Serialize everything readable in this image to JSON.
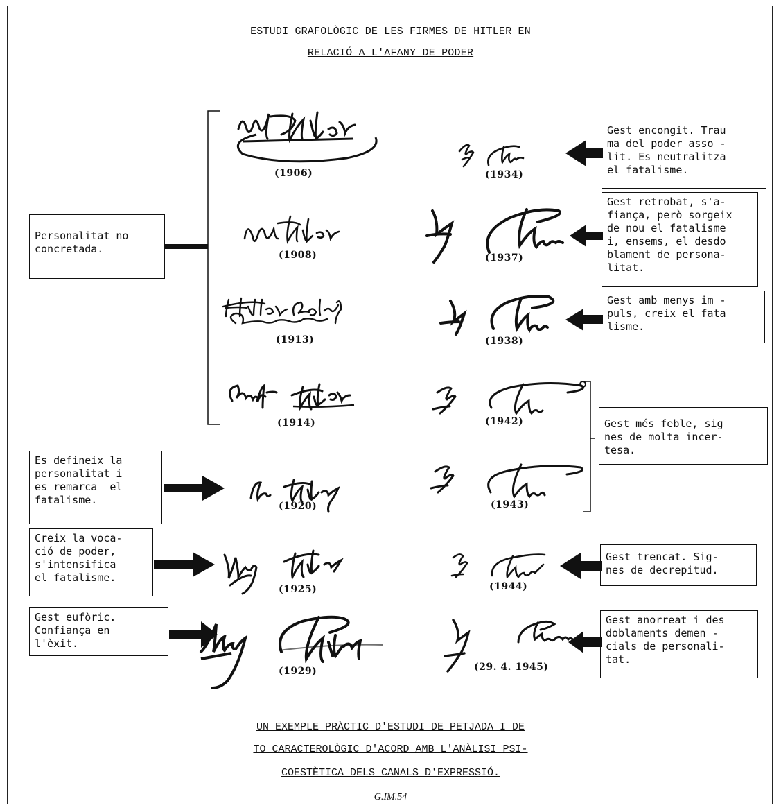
{
  "title": {
    "line1": "ESTUDI GRAFOLÒGIC DE LES FIRMES DE HITLER EN",
    "line2": "RELACIÓ A L'AFANY DE PODER"
  },
  "left_notes": {
    "personalitat": "Personalitat no\nconcretada.",
    "defineix": "Es defineix la\npersonalitat i\nes remarca  el\nfatalisme.",
    "creix": "Creix la voca-\nció de poder,\ns'intensifica\nel fatalisme.",
    "eufori": "Gest eufòric.\nConfiança en\nl'èxit."
  },
  "right_notes": {
    "encongit": "Gest encongit. Trau\nma del poder asso -\nlit. Es neutralitza\nel fatalisme.",
    "retrobat": "Gest retrobat, s'a-\nfiança, però sorgeix\nde nou el fatalisme\ni, ensems, el desdo\nblament de persona-\nlitat.",
    "menys": "Gest amb menys im -\npuls, creix el fata\nlisme.",
    "feble": "Gest més feble, sig\nnes de molta incer-\ntesa.",
    "trencat": "Gest trencat. Sig-\nnes de decrepitud.",
    "anorreat": "Gest anorreat i des\ndoblaments demen -\ncials de personali-\ntat."
  },
  "years": {
    "y1906": "(1906)",
    "y1908": "(1908)",
    "y1913": "(1913)",
    "y1914": "(1914)",
    "y1920": "(1920)",
    "y1925": "(1925)",
    "y1929": "(1929)",
    "y1934": "(1934)",
    "y1937": "(1937)",
    "y1938": "(1938)",
    "y1942": "(1942)",
    "y1943": "(1943)",
    "y1944": "(1944)",
    "y1945": "(29. 4. 1945)"
  },
  "signatures": {
    "s1906": "Adolf Hitler",
    "s1908": "Adolf Hitler",
    "s1913": "Hitler Adolf Kunstmaler",
    "s1914": "Adolf Hitler",
    "s1920": "A. Hitler",
    "s1925": "Adolf Hitler",
    "s1929": "Adolf Hitler",
    "s1934": "Hitler",
    "s1937": "Hitler",
    "s1938": "Hitler",
    "s1942": "Hitler",
    "s1943": "Hitler",
    "s1944": "Hitler",
    "s1945": "Hitler"
  },
  "footer": {
    "line1": "UN EXEMPLE PRÀCTIC D'ESTUDI DE PETJADA I DE",
    "line2": "TO CARACTEROLÒGIC D'ACORD AMB L'ANÀLISI PSI-",
    "line3": "COESTÈTICA DELS CANALS D'EXPRESSIÓ.",
    "code": "G.IM.54"
  },
  "colors": {
    "ink": "#111111",
    "paper": "#ffffff"
  }
}
